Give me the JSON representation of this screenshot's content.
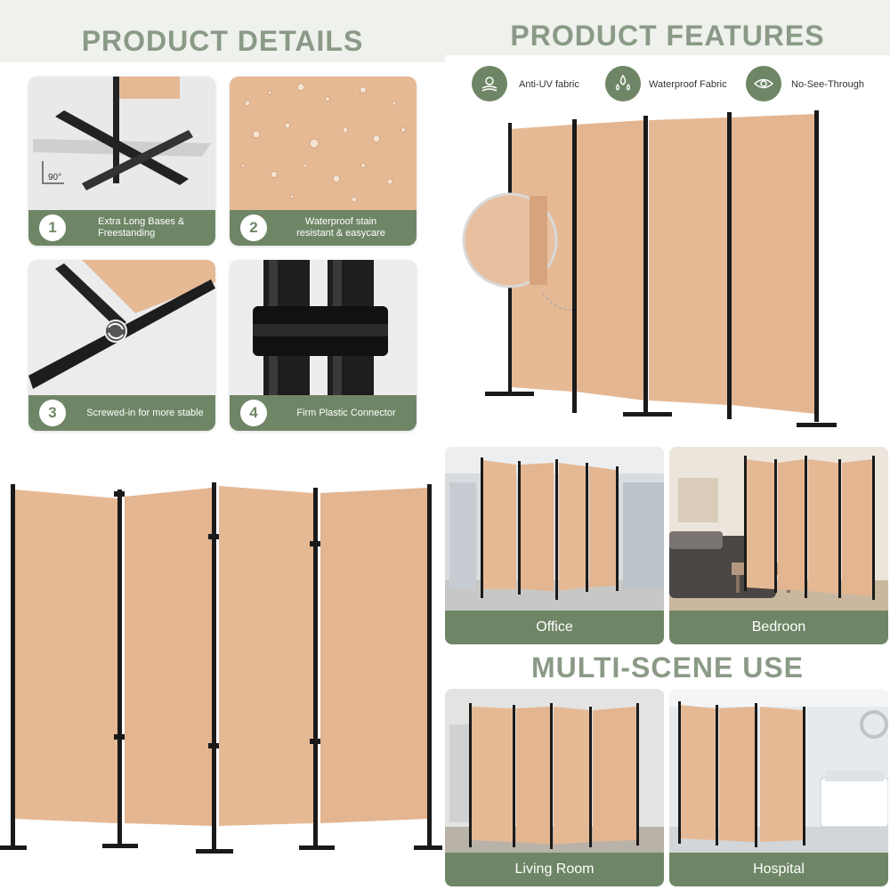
{
  "details": {
    "heading": "PRODUCT DETAILS",
    "angle_label": "90°",
    "cards": [
      {
        "num": "1",
        "text": "Extra Long Bases & Freestanding"
      },
      {
        "num": "2",
        "text": "Waterproof stain resistant & easycare"
      },
      {
        "num": "3",
        "text": "Screwed-in for more stable"
      },
      {
        "num": "4",
        "text": "Firm Plastic Connector"
      }
    ]
  },
  "features": {
    "heading": "PRODUCT FEATURES",
    "items": [
      {
        "label": "Anti-UV fabric",
        "icon": "sun-fabric-icon"
      },
      {
        "label": "Waterproof Fabric",
        "icon": "water-drops-icon"
      },
      {
        "label": "No-See-Through",
        "icon": "eye-icon"
      }
    ]
  },
  "scenes": {
    "heading": "MULTI-SCENE USE",
    "items": [
      {
        "label": "Office"
      },
      {
        "label": "Bedroon"
      },
      {
        "label": "Living Room"
      },
      {
        "label": "Hospital"
      }
    ]
  },
  "colors": {
    "accent": "#6f8666",
    "heading": "#8a9a86",
    "fabric": "#e6b995",
    "frame": "#1a1a1a"
  }
}
